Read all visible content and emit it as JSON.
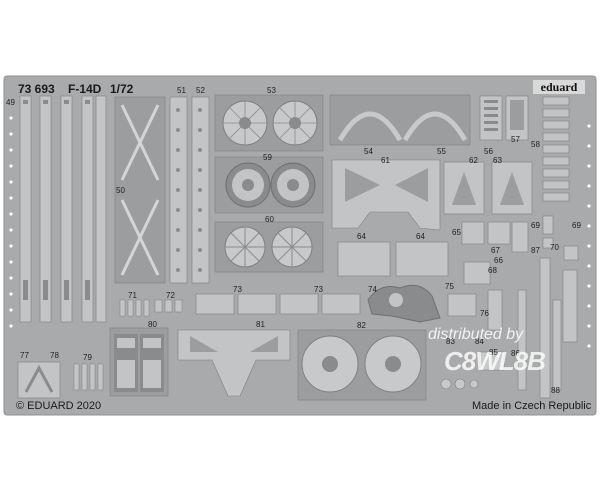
{
  "header": {
    "set_number": "73 693",
    "aircraft": "F-14D",
    "scale": "1/72",
    "brand": "eduard"
  },
  "footer": {
    "copyright": "© EDUARD 2020",
    "origin": "Made in Czech Republic"
  },
  "watermark": {
    "line1": "distributed by",
    "line2": "C8WL8B"
  },
  "part_numbers": {
    "p49": "49",
    "p50": "50",
    "p51": "51",
    "p52": "52",
    "p53": "53",
    "p54": "54",
    "p55": "55",
    "p56": "56",
    "p57": "57",
    "p58": "58",
    "p59": "59",
    "p60": "60",
    "p61": "61",
    "p62": "62",
    "p63": "63",
    "p64a": "64",
    "p64b": "64",
    "p65": "65",
    "p66": "66",
    "p67": "67",
    "p68": "68",
    "p69a": "69",
    "p69b": "69",
    "p70": "70",
    "p71": "71",
    "p72": "72",
    "p73a": "73",
    "p73b": "73",
    "p74": "74",
    "p75": "75",
    "p76": "76",
    "p77": "77",
    "p78": "78",
    "p79": "79",
    "p80": "80",
    "p81": "81",
    "p82": "82",
    "p83": "83",
    "p84": "84",
    "p85": "85",
    "p86": "86",
    "p87": "87",
    "p88": "88"
  },
  "colors": {
    "fret": "#a9aaab",
    "fret_edge": "#8f9091",
    "part": "#bfc0c1",
    "part_dark": "#8a8b8c",
    "background": "#ffffff"
  }
}
